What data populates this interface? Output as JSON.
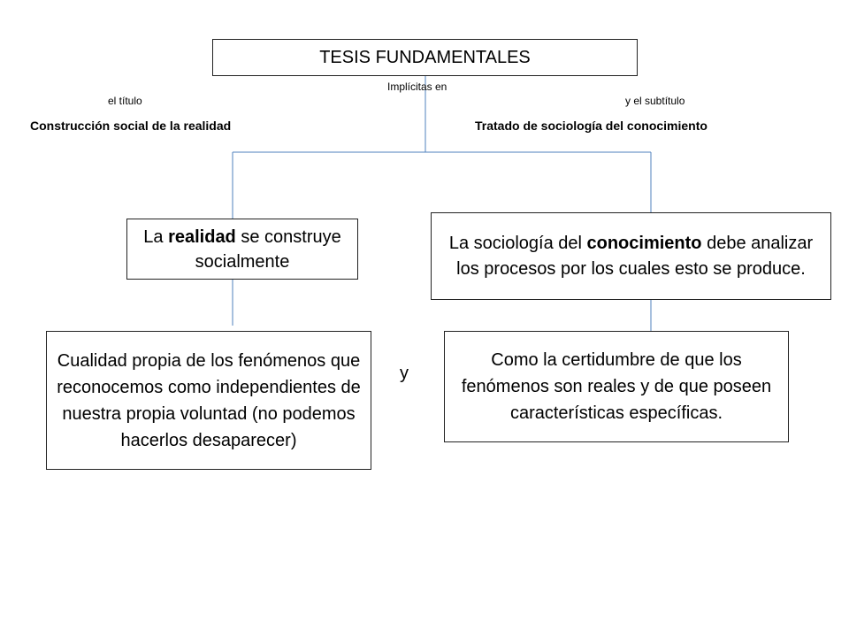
{
  "diagram": {
    "root": {
      "text": "TESIS FUNDAMENTALES"
    },
    "connector_label": "Implícitas en",
    "title_label": "el título",
    "title_value": "Construcción social de la realidad",
    "subtitle_label": "y el subtítulo",
    "subtitle_value": "Tratado de sociología del conocimiento",
    "left_box": {
      "part1": "La ",
      "bold": "realidad",
      "part2": " se construye socialmente"
    },
    "right_box": {
      "part1": "La sociología del ",
      "bold": "conocimiento",
      "part2": " debe analizar los procesos por los cuales esto se produce."
    },
    "left_bottom": {
      "text": "Cualidad propia de los fenómenos que reconocemos como independientes de nuestra propia voluntad (no podemos hacerlos desaparecer)"
    },
    "right_bottom": {
      "text": "Como la certidumbre de que los fenómenos son reales y de que poseen características específicas."
    },
    "conjunction": "y",
    "line_color": "#4f81bd"
  }
}
